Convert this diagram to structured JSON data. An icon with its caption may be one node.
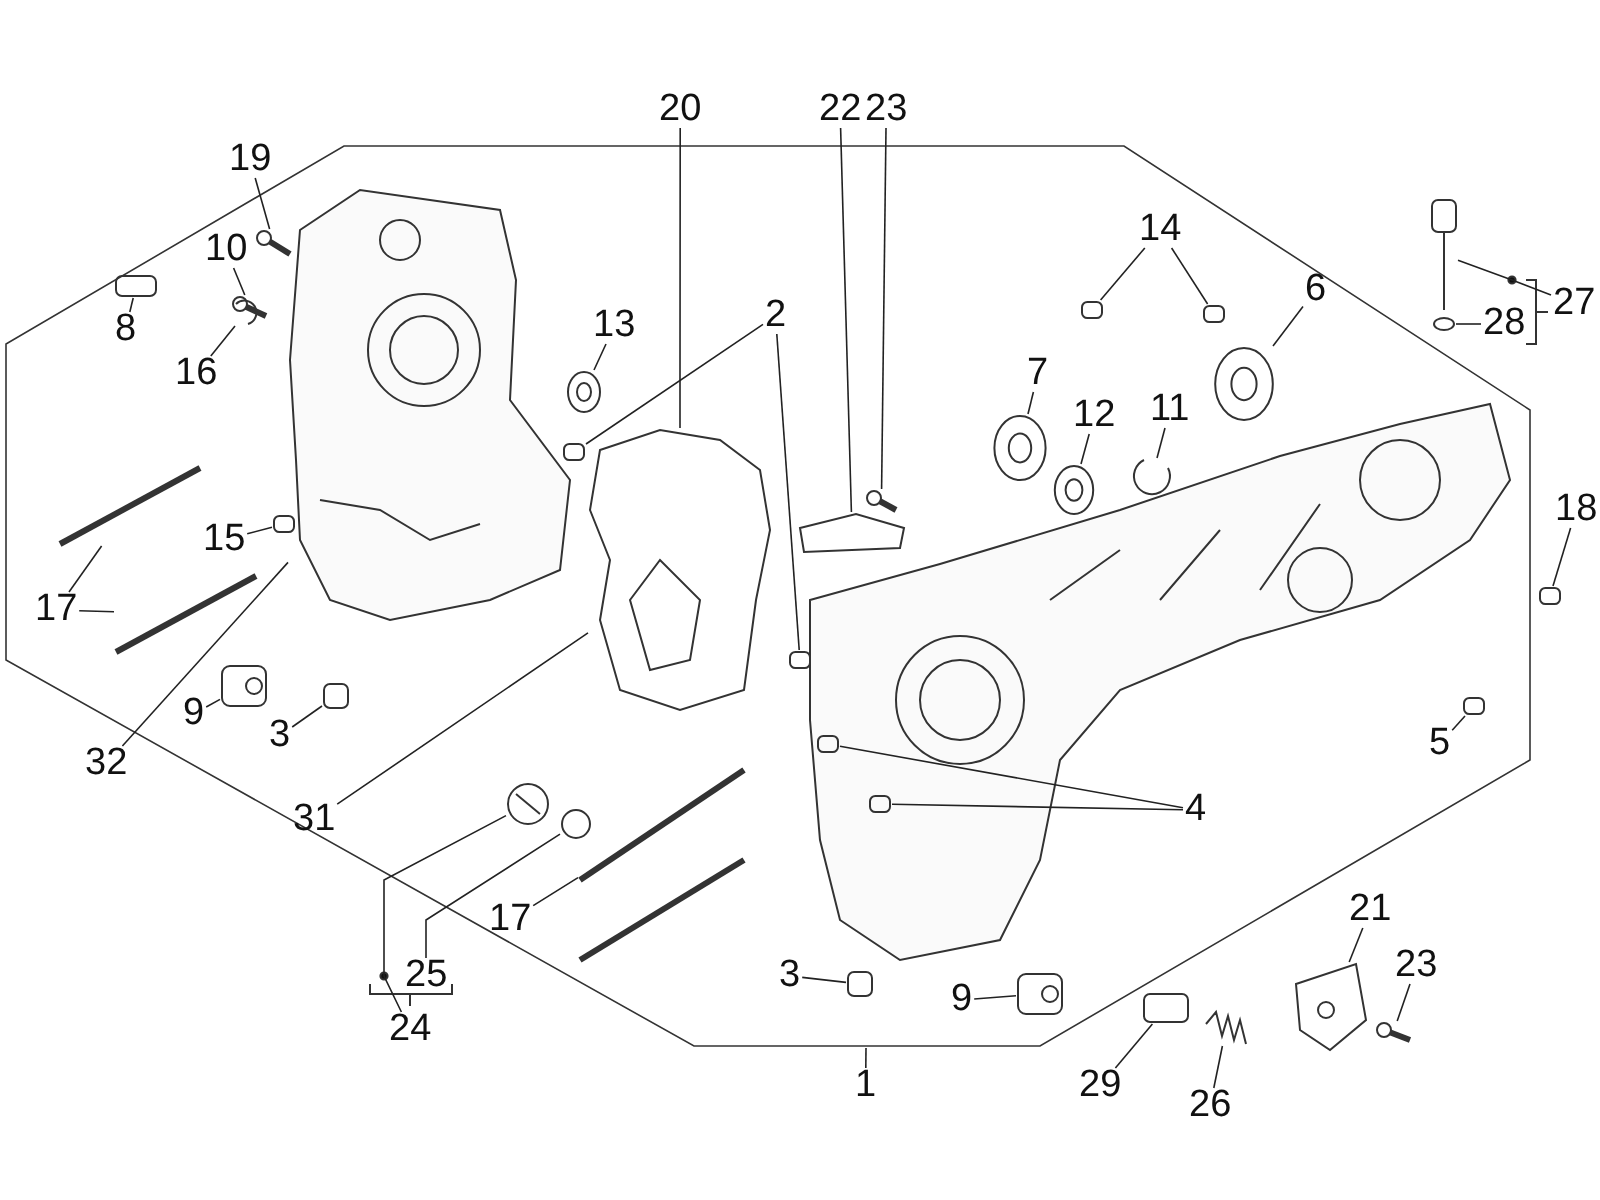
{
  "diagram": {
    "nodes": [
      {
        "text": [
          "20"
        ]
      },
      {
        "text": [
          "22"
        ]
      },
      {
        "text": [
          "23"
        ]
      },
      {
        "text": [
          "19"
        ]
      },
      {
        "text": [
          "14"
        ]
      },
      {
        "text": [
          "10"
        ]
      },
      {
        "text": [
          "6"
        ]
      },
      {
        "text": [
          "27"
        ]
      },
      {
        "text": [
          "2"
        ]
      },
      {
        "text": [
          "28"
        ]
      },
      {
        "text": [
          "13"
        ]
      },
      {
        "text": [
          "8"
        ]
      },
      {
        "text": [
          "16"
        ]
      },
      {
        "text": [
          "7"
        ]
      },
      {
        "text": [
          "11"
        ]
      },
      {
        "text": [
          "12"
        ]
      },
      {
        "text": [
          "18"
        ]
      },
      {
        "text": [
          "15"
        ]
      },
      {
        "text": [
          "17"
        ]
      },
      {
        "text": [
          "9"
        ]
      },
      {
        "text": [
          "3"
        ]
      },
      {
        "text": [
          "5"
        ]
      },
      {
        "text": [
          "32"
        ]
      },
      {
        "text": [
          "4"
        ]
      },
      {
        "text": [
          "31"
        ]
      },
      {
        "text": [
          "21"
        ]
      },
      {
        "text": [
          "17"
        ]
      },
      {
        "text": [
          "23"
        ]
      },
      {
        "text": [
          "25"
        ]
      },
      {
        "text": [
          "3"
        ]
      },
      {
        "text": [
          "9"
        ]
      },
      {
        "text": [
          "24"
        ]
      },
      {
        "text": [
          "1"
        ]
      },
      {
        "text": [
          "29"
        ]
      },
      {
        "text": [
          "26"
        ]
      },
      {
        "text": [],
        "shape": "picture"
      },
      {
        "text": [],
        "shape": "picture"
      },
      {
        "text": [],
        "shape": "box"
      },
      {
        "text": [],
        "shape": "picture"
      },
      {
        "text": [],
        "shape": "picture"
      },
      {
        "text": [],
        "shape": "box"
      },
      {
        "text": [],
        "shape": "picture"
      },
      {
        "text": [],
        "shape": "picture"
      },
      {
        "text": [],
        "shape": "picture"
      },
      {
        "text": [],
        "shape": "box"
      },
      {
        "text": [],
        "shape": "picture"
      },
      {
        "text": [],
        "shape": "picture"
      },
      {
        "text": [],
        "shape": "box"
      },
      {
        "text": [],
        "shape": "picture"
      },
      {
        "text": [],
        "shape": "picture"
      },
      {
        "text": [],
        "shape": "box"
      },
      {
        "text": [],
        "shape": "box"
      },
      {
        "text": [],
        "shape": "box"
      },
      {
        "text": [],
        "shape": "box"
      },
      {
        "text": [],
        "shape": "box"
      },
      {
        "text": [],
        "shape": "picture"
      },
      {
        "text": [],
        "shape": "picture"
      },
      {
        "text": [],
        "shape": "picture"
      },
      {
        "text": [],
        "shape": "picture"
      },
      {
        "text": [],
        "shape": "picture"
      },
      {
        "text": [],
        "shape": "circle"
      },
      {
        "text": [],
        "shape": "box"
      },
      {
        "text": [],
        "shape": "box"
      },
      {
        "text": [],
        "shape": "picture"
      },
      {
        "text": [],
        "shape": "circle"
      },
      {
        "text": [],
        "shape": "picture"
      },
      {
        "text": [],
        "shape": "box"
      },
      {
        "text": [],
        "shape": "picture"
      },
      {
        "text": [],
        "shape": "box"
      },
      {
        "text": [],
        "shape": "picture"
      },
      {
        "text": [],
        "shape": "picture"
      },
      {
        "text": [],
        "shape": "picture"
      },
      {
        "text": [],
        "shape": "picture"
      }
    ],
    "edges": [
      {
        "from": 0,
        "to": 46,
        "arrow": "none"
      },
      {
        "from": 1,
        "to": 48,
        "arrow": "none"
      },
      {
        "from": 2,
        "to": 49,
        "arrow": "none"
      },
      {
        "from": 3,
        "to": 35,
        "arrow": "none"
      },
      {
        "from": 4,
        "to": 53,
        "arrow": "none"
      },
      {
        "from": 4,
        "to": 54,
        "arrow": "none"
      },
      {
        "from": 5,
        "to": 36,
        "arrow": "none"
      },
      {
        "from": 6,
        "to": 55,
        "arrow": "none"
      },
      {
        "from": 7,
        "to": 59,
        "arrow": "none"
      },
      {
        "from": 8,
        "to": 47,
        "arrow": "none"
      },
      {
        "from": 8,
        "to": 50,
        "arrow": "none"
      },
      {
        "from": 9,
        "to": 60,
        "arrow": "none"
      },
      {
        "from": 10,
        "to": 45,
        "arrow": "none"
      },
      {
        "from": 11,
        "to": 37,
        "arrow": "none"
      },
      {
        "from": 12,
        "to": 38,
        "arrow": "none"
      },
      {
        "from": 13,
        "to": 56,
        "arrow": "none"
      },
      {
        "from": 14,
        "to": 58,
        "arrow": "none"
      },
      {
        "from": 15,
        "to": 57,
        "arrow": "none"
      },
      {
        "from": 16,
        "to": 61,
        "arrow": "none"
      },
      {
        "from": 17,
        "to": 40,
        "arrow": "none"
      },
      {
        "from": 18,
        "to": 41,
        "arrow": "none"
      },
      {
        "from": 18,
        "to": 42,
        "arrow": "none"
      },
      {
        "from": 19,
        "to": 43,
        "arrow": "none"
      },
      {
        "from": 20,
        "to": 44,
        "arrow": "none"
      },
      {
        "from": 21,
        "to": 62,
        "arrow": "none"
      },
      {
        "from": 22,
        "to": 39,
        "arrow": "none"
      },
      {
        "from": 23,
        "to": 52,
        "arrow": "none"
      },
      {
        "from": 23,
        "to": 51,
        "arrow": "none"
      },
      {
        "from": 24,
        "to": 46,
        "arrow": "none"
      },
      {
        "from": 25,
        "to": 70,
        "arrow": "none"
      },
      {
        "from": 26,
        "to": 65,
        "arrow": "none"
      },
      {
        "from": 27,
        "to": 71,
        "arrow": "none"
      },
      {
        "from": 28,
        "to": 64,
        "arrow": "none"
      },
      {
        "from": 29,
        "to": 66,
        "arrow": "none"
      },
      {
        "from": 30,
        "to": 67,
        "arrow": "none"
      },
      {
        "from": 31,
        "to": 63,
        "arrow": "none"
      },
      {
        "from": 32,
        "to": null,
        "arrow": "none"
      },
      {
        "from": 33,
        "to": 68,
        "arrow": "none"
      },
      {
        "from": 34,
        "to": 69,
        "arrow": "none"
      }
    ]
  }
}
